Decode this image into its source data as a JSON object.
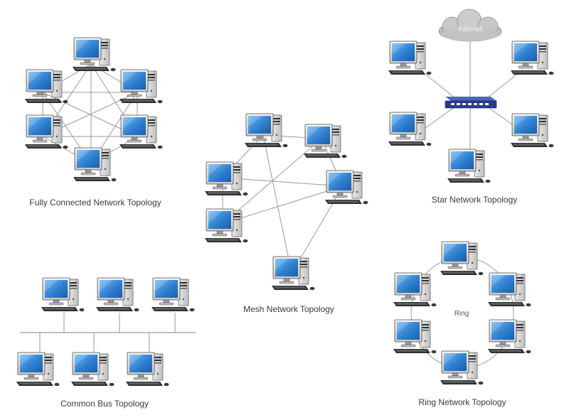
{
  "diagrams": [
    {
      "id": "fully-connected",
      "caption": "Fully Connected Network Topology"
    },
    {
      "id": "mesh",
      "caption": "Mesh Network Topology"
    },
    {
      "id": "star",
      "caption": "Star Network Topology",
      "cloud_label": "Internet"
    },
    {
      "id": "common-bus",
      "caption": "Common Bus Topology"
    },
    {
      "id": "ring",
      "caption": "Ring Network Topology",
      "center_label": "Ring"
    }
  ],
  "colors": {
    "screen": "#2e7fd0",
    "link": "#9a9a9a",
    "switch": "#2a3a86",
    "cloud": "#c8c8c8",
    "text": "#3a3a3a"
  }
}
